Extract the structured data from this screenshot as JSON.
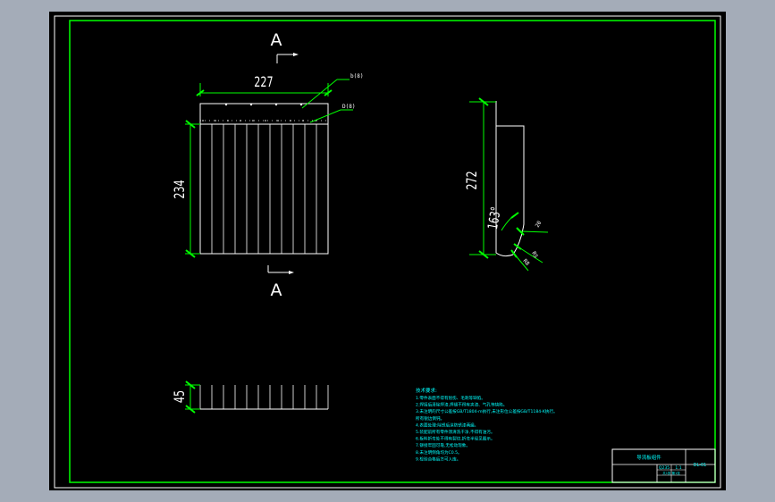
{
  "colors": {
    "background": "#a4acb8",
    "sheet": "#000000",
    "outline": "#ffffff",
    "frame": "#00ff00",
    "dimension": "#00ff00",
    "notes": "#00ffff",
    "leader_label": "#ffffff"
  },
  "section": {
    "top_label": "A",
    "bottom_label": "A"
  },
  "front_view": {
    "width_dim": "227",
    "height_dim": "234",
    "leader_top": "b(8)",
    "leader_mid": "D(8)"
  },
  "side_view": {
    "height_dim": "272",
    "angle_dim": "163°",
    "leader_a": "20",
    "leader_b": "R5",
    "leader_c": "R8"
  },
  "bottom_view": {
    "height_dim": "45"
  },
  "notes": {
    "title": "技术要求:",
    "lines": [
      "1.零件表面不得有划伤、毛刺等缺陷。",
      "2.焊接后清除焊渣,焊缝不得有夹渣、气孔等缺陷。",
      "3.未注明的尺寸公差按GB/T1804-m执行,未注形位公差按GB/T1184-K执行。",
      "  所有锐边倒钝。",
      "4.表面处理:除锈后涂防锈漆两遍。",
      "5.装配前所有零件须清洗干净,不得有油污。",
      "6.板料折弯处不得有裂纹,折弯半径见图示。",
      "7.铆接牢固可靠,无松动现象。",
      "8.未注明倒角均为C0.5。",
      "9.检验合格后方可入库。"
    ]
  },
  "title_block": {
    "part_name": "导流板组件",
    "drawing_no": "DL-01",
    "scale": "1:1",
    "sheet_info": "共1张 第1张",
    "material": "Q235"
  }
}
